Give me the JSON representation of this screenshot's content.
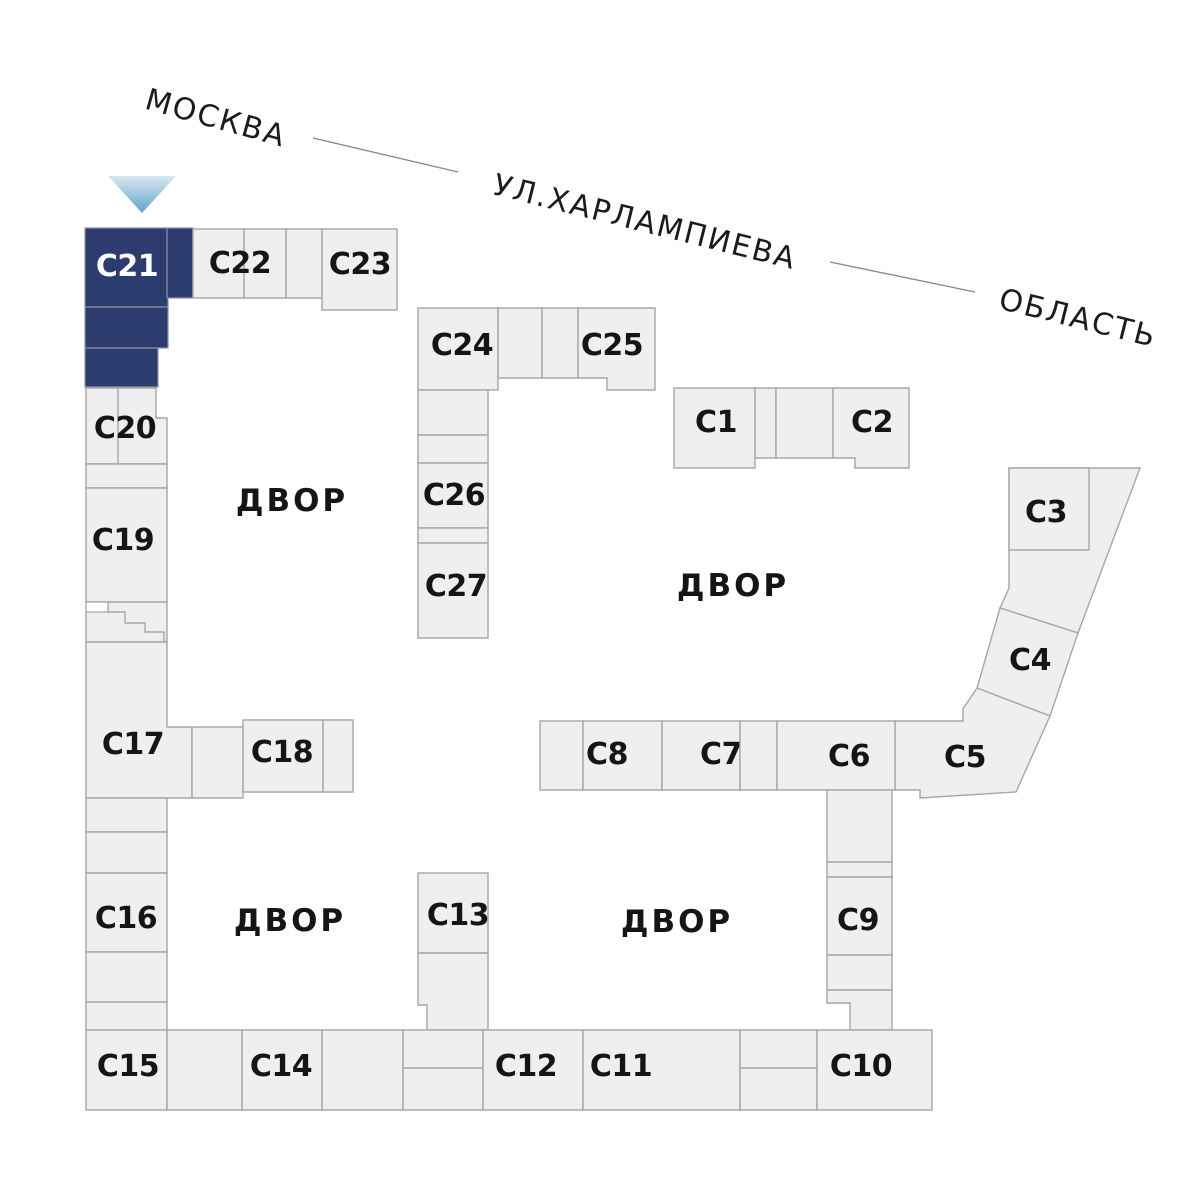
{
  "plan": {
    "streets": {
      "left": "МОСКВА",
      "center": "УЛ.ХАРЛАМПИЕВА",
      "right": "ОБЛАСТЬ"
    },
    "courtyard_label": "ДВОР",
    "highlighted_building": "С21",
    "marker_icon": "triangle-down-location-marker",
    "buildings": {
      "c1": "С1",
      "c2": "С2",
      "c3": "С3",
      "c4": "С4",
      "c5": "С5",
      "c6": "С6",
      "c7": "С7",
      "c8": "С8",
      "c9": "С9",
      "c10": "С10",
      "c11": "С11",
      "c12": "С12",
      "c13": "С13",
      "c14": "С14",
      "c15": "С15",
      "c16": "С16",
      "c17": "С17",
      "c18": "С18",
      "c19": "С19",
      "c20": "С20",
      "c21": "С21",
      "c22": "С22",
      "c23": "С23",
      "c24": "С24",
      "c25": "С25",
      "c26": "С26",
      "c27": "С27"
    },
    "colors": {
      "building_fill": "#f0efee",
      "building_stroke": "#a6a6a6",
      "highlight_fill": "#2d3c6e",
      "highlight_divider": "#8a92ab",
      "highlight_text": "#ffffff",
      "marker_top": "#d9e7f0",
      "marker_bottom": "#5fa5cc",
      "text_color": "#151515",
      "street_line": "#888888"
    }
  }
}
